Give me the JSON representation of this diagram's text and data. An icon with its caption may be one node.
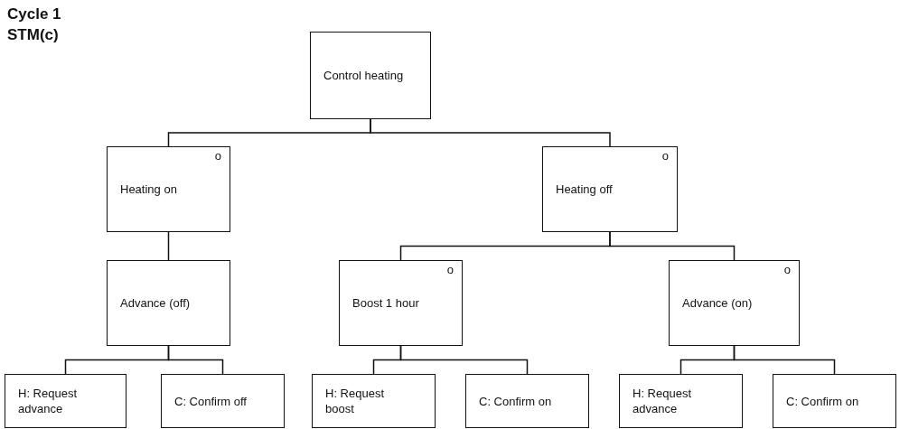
{
  "diagram": {
    "title": "Cycle 1 STM(c)",
    "nodes": [
      {
        "text": [
          "Control heating"
        ]
      },
      {
        "text": [
          "Heating on",
          "o"
        ]
      },
      {
        "text": [
          "Heating off",
          "o"
        ]
      },
      {
        "text": [
          "Advance (off)"
        ]
      },
      {
        "text": [
          "Boost 1 hour",
          "o"
        ]
      },
      {
        "text": [
          "Advance (on)",
          "o"
        ]
      },
      {
        "text": [
          "H: Request advance"
        ]
      },
      {
        "text": [
          "C: Confirm off"
        ]
      },
      {
        "text": [
          "H: Request boost"
        ]
      },
      {
        "text": [
          "C: Confirm on"
        ]
      },
      {
        "text": [
          "H: Request advance"
        ]
      },
      {
        "text": [
          "C: Confirm on"
        ]
      }
    ],
    "edges": [
      {
        "from": 0,
        "to": 1,
        "arrow": "none"
      },
      {
        "from": 0,
        "to": 2,
        "arrow": "none"
      },
      {
        "from": 1,
        "to": 3,
        "arrow": "none"
      },
      {
        "from": 2,
        "to": 4,
        "arrow": "none"
      },
      {
        "from": 2,
        "to": 5,
        "arrow": "none"
      },
      {
        "from": 3,
        "to": 6,
        "arrow": "none"
      },
      {
        "from": 3,
        "to": 7,
        "arrow": "none"
      },
      {
        "from": 4,
        "to": 8,
        "arrow": "none"
      },
      {
        "from": 4,
        "to": 9,
        "arrow": "none"
      },
      {
        "from": 5,
        "to": 10,
        "arrow": "none"
      },
      {
        "from": 5,
        "to": 11,
        "arrow": "none"
      }
    ]
  }
}
